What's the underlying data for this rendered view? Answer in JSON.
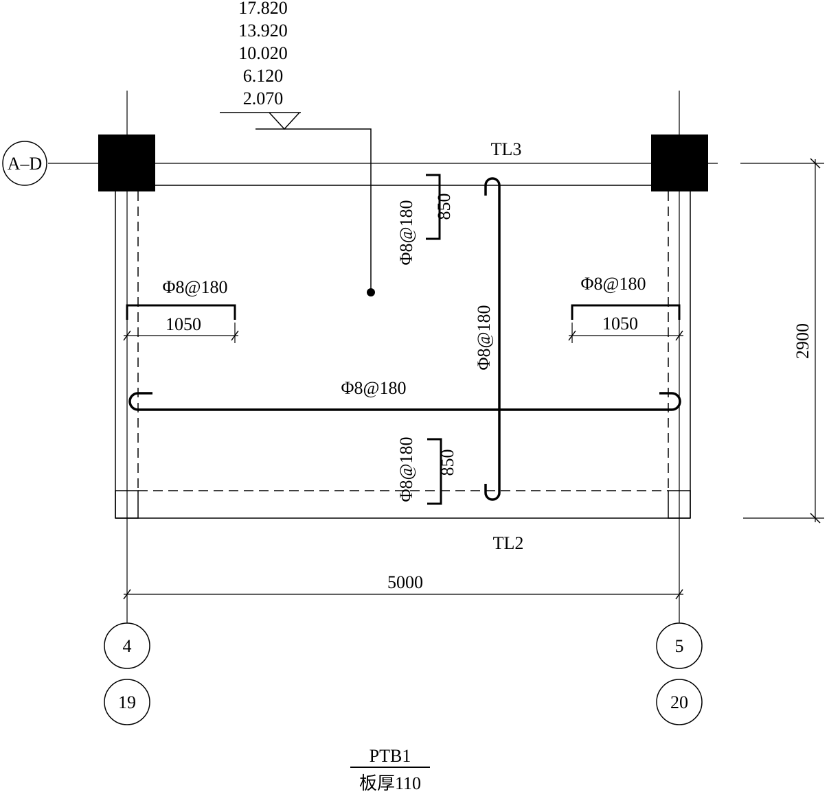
{
  "elevations": [
    "17.820",
    "13.920",
    "10.020",
    "6.120",
    "2.070"
  ],
  "axis_labels": {
    "row": "A–D",
    "col_left_top": "4",
    "col_left_bottom": "19",
    "col_right_top": "5",
    "col_right_bottom": "20"
  },
  "beams": {
    "top": "TL3",
    "bottom": "TL2"
  },
  "rebar": {
    "top_support": "Φ8@180",
    "top_support_length": "850",
    "bottom_support": "Φ8@180",
    "bottom_support_length": "850",
    "left_support": "Φ8@180",
    "left_support_length": "1050",
    "right_support": "Φ8@180",
    "right_support_length": "1050",
    "horizontal_bottom_bar": "Φ8@180",
    "vertical_bottom_bar": "Φ8@180"
  },
  "dimensions": {
    "width": "5000",
    "height": "2900"
  },
  "slab": {
    "name": "PTB1",
    "thickness": "板厚110"
  }
}
